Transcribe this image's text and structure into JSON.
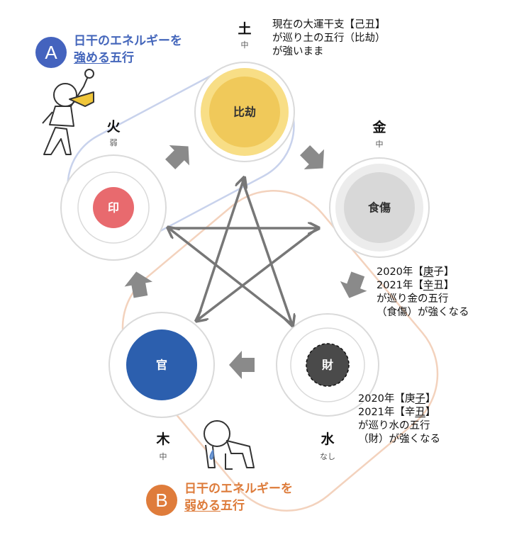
{
  "elements": {
    "earth": {
      "name": "土",
      "strength": "中",
      "circle_label": "比劫"
    },
    "metal": {
      "name": "金",
      "strength": "中",
      "circle_label": "食傷"
    },
    "water": {
      "name": "水",
      "strength": "なし",
      "circle_label": "財"
    },
    "wood": {
      "name": "木",
      "strength": "中",
      "circle_label": "官"
    },
    "fire": {
      "name": "火",
      "strength": "弱",
      "circle_label": "印"
    }
  },
  "notes": {
    "earth": [
      "現在の大運干支【己丑】",
      "が巡り土の五行（比劫）",
      "が強いまま"
    ],
    "metal": {
      "line1_prefix": "2020年【",
      "line1_underlined": "庚",
      "line1_rest": "子】",
      "line2_prefix": "2021年【",
      "line2_underlined": "辛",
      "line2_rest": "丑】",
      "line3": "が巡り金の五行",
      "line4": "（食傷）が強くなる"
    },
    "water": {
      "line1_prefix": "2020年【庚",
      "line1_underlined": "子",
      "line1_rest": "】",
      "line2_prefix": "2021年【辛",
      "line2_underlined": "丑",
      "line2_rest": "】",
      "line3": "が巡り水の五行",
      "line4": "（財）が強くなる"
    }
  },
  "section_a": {
    "badge": "A",
    "line1": "日干のエネルギーを",
    "line2_underlined": "強める",
    "line2_rest": "五行"
  },
  "section_b": {
    "badge": "B",
    "line1": "日干のエネルギーを",
    "line2_underlined": "弱める",
    "line2_rest": "五行"
  },
  "colors": {
    "earth": "#f3d163",
    "metal": "#d8d8d8",
    "water": "#4a4a4a",
    "wood": "#2c5fae",
    "fire": "#e86a6e",
    "arrow": "#8a8a8a",
    "region_a": "#c8d2ec",
    "region_b": "#f3d2bd"
  }
}
